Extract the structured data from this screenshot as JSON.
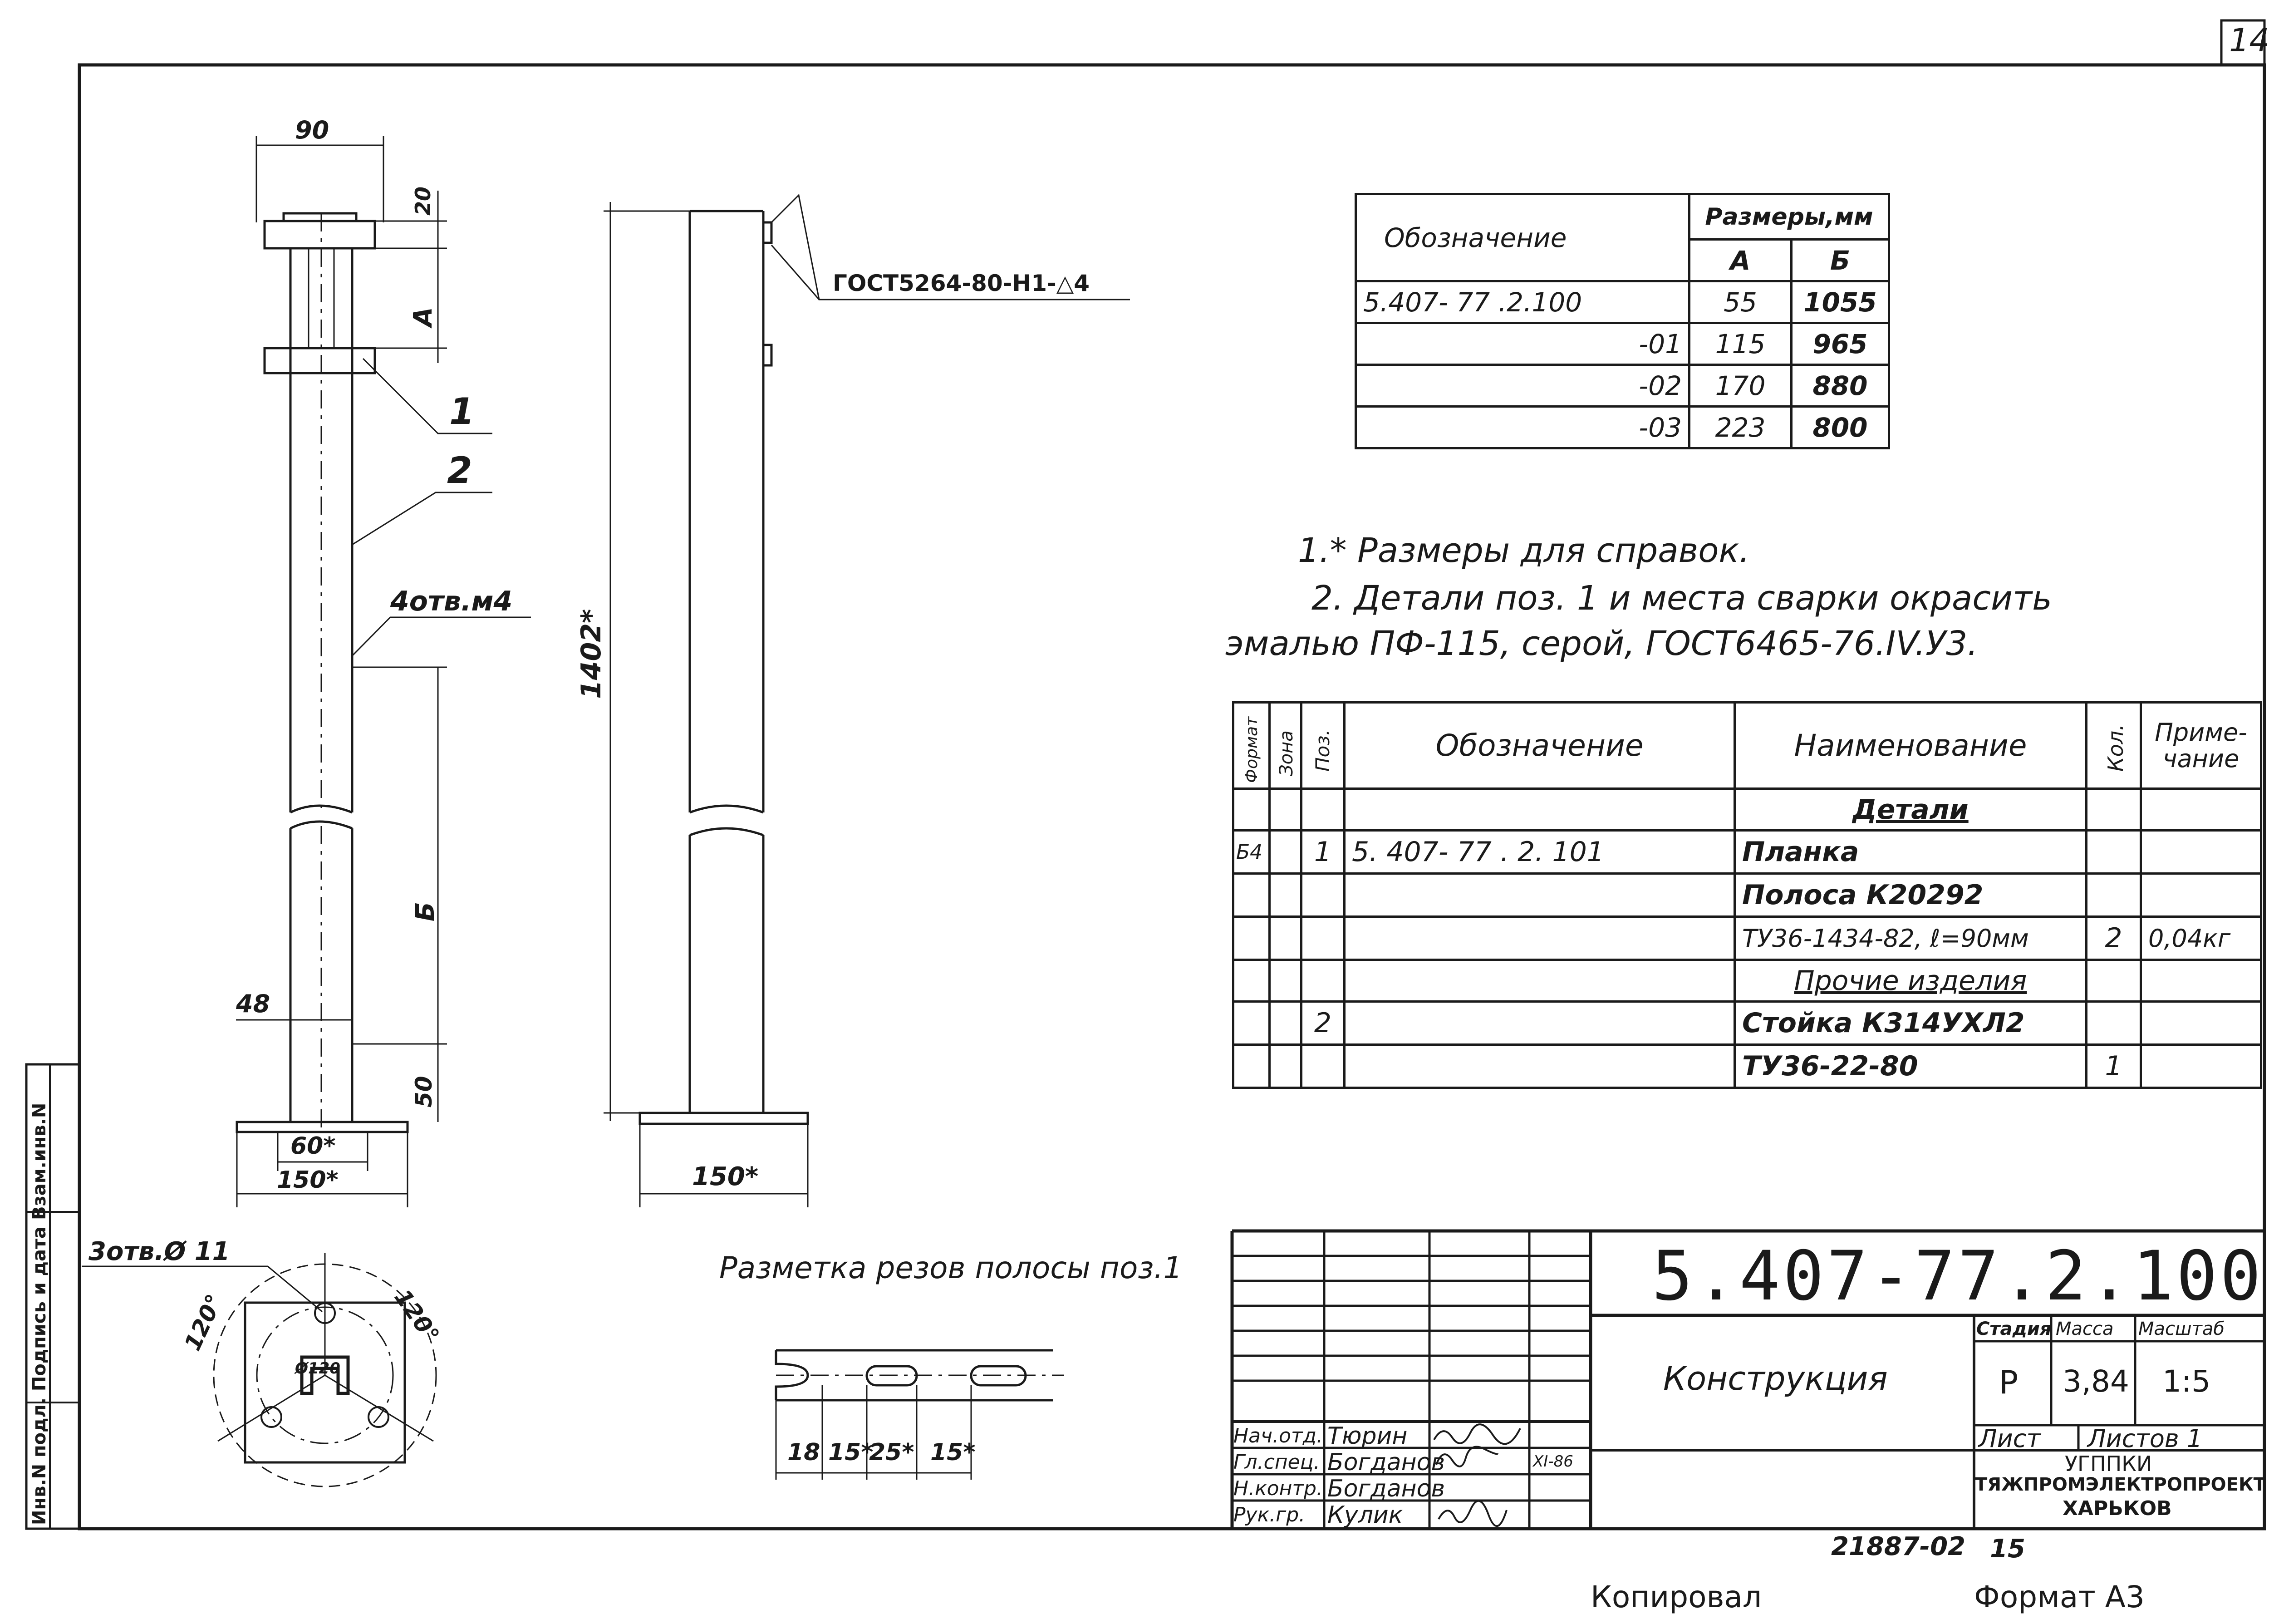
{
  "sheet": {
    "page_number": "14",
    "copy_label": "Копировал",
    "format_label": "Формат А3",
    "archive_number": "21887-02",
    "archive_sheet": "15"
  },
  "views": {
    "front_dims": {
      "top_width": "90",
      "plate_height": "20",
      "dim_a": "А",
      "dim_b": "Б",
      "dim_48": "48",
      "dim_50": "50",
      "dim_60": "60*",
      "dim_150": "150*",
      "holes_label": "4отв.м4",
      "callout_1": "1",
      "callout_2": "2"
    },
    "side_dims": {
      "height": "1402*",
      "base_width": "150*",
      "weld_ref": "ГОСТ5264-80-Н1-△4"
    },
    "plan_view": {
      "holes_label": "3отв.Ø 11",
      "angle_left": "120°",
      "angle_right": "120°",
      "circle_dia": "Ø120"
    },
    "cut_layout": {
      "title": "Разметка резов полосы поз.1",
      "dims": [
        "18",
        "15*",
        "25*",
        "15*"
      ]
    }
  },
  "size_table": {
    "header_designation": "Обозначение",
    "header_sizes": "Размеры,мм",
    "col_a": "А",
    "col_b": "Б",
    "rows": [
      {
        "designation": "5.407- 77 .2.100",
        "a": "55",
        "b": "1055"
      },
      {
        "designation": "-01",
        "a": "115",
        "b": "965"
      },
      {
        "designation": "-02",
        "a": "170",
        "b": "880"
      },
      {
        "designation": "-03",
        "a": "223",
        "b": "800"
      }
    ]
  },
  "notes": {
    "note1": "1.* Размеры для справок.",
    "note2_line1": "2. Детали поз. 1 и места сварки окрасить",
    "note2_line2": "эмалью ПФ-115, серой, ГОСТ6465-76.IV.У3."
  },
  "spec_table": {
    "headers": {
      "format": "Формат",
      "zone": "Зона",
      "pos": "Поз.",
      "designation": "Обозначение",
      "name": "Наименование",
      "qty": "Кол.",
      "note": "Приме-чание"
    },
    "rows": [
      {
        "format": "",
        "zone": "",
        "pos": "",
        "designation": "",
        "name": "Детали",
        "qty": "",
        "note": ""
      },
      {
        "format": "Б4",
        "zone": "",
        "pos": "1",
        "designation": "5. 407- 77 . 2. 101",
        "name": "Планка",
        "qty": "",
        "note": ""
      },
      {
        "format": "",
        "zone": "",
        "pos": "",
        "designation": "",
        "name": "Полоса К20292",
        "qty": "",
        "note": ""
      },
      {
        "format": "",
        "zone": "",
        "pos": "",
        "designation": "",
        "name": "ТУ36-1434-82, ℓ=90мм",
        "qty": "2",
        "note": "0,04кг"
      },
      {
        "format": "",
        "zone": "",
        "pos": "",
        "designation": "",
        "name": "Прочие изделия",
        "qty": "",
        "note": ""
      },
      {
        "format": "",
        "zone": "",
        "pos": "2",
        "designation": "",
        "name": "Стойка К314УХЛ2",
        "qty": "",
        "note": ""
      },
      {
        "format": "",
        "zone": "",
        "pos": "",
        "designation": "",
        "name": "ТУ36-22-80",
        "qty": "1",
        "note": ""
      }
    ]
  },
  "title_block": {
    "document_number": "5.407-77.2.100",
    "product_name": "Конструкция",
    "stage_label": "Стадия",
    "mass_label": "Масса",
    "scale_label": "Масштаб",
    "stage": "Р",
    "mass": "3,84",
    "scale": "1:5",
    "sheet_label": "Лист",
    "sheets_label": "Листов 1",
    "org_line1": "УГППКИ",
    "org_line2": "ТЯЖПРОМЭЛЕКТРОПРОЕКТ",
    "org_line3": "ХАРЬКОВ",
    "date": "XI-86",
    "signers": [
      {
        "role": "Нач.отд.",
        "name": "Тюрин"
      },
      {
        "role": "Гл.спец.",
        "name": "Богданов"
      },
      {
        "role": "Н.контр.",
        "name": "Богданов"
      },
      {
        "role": "Рук.гр.",
        "name": "Кулик"
      }
    ]
  },
  "side_stamp": {
    "text": "Инв.N подл. Подпись и дата Взам.инв.N"
  }
}
